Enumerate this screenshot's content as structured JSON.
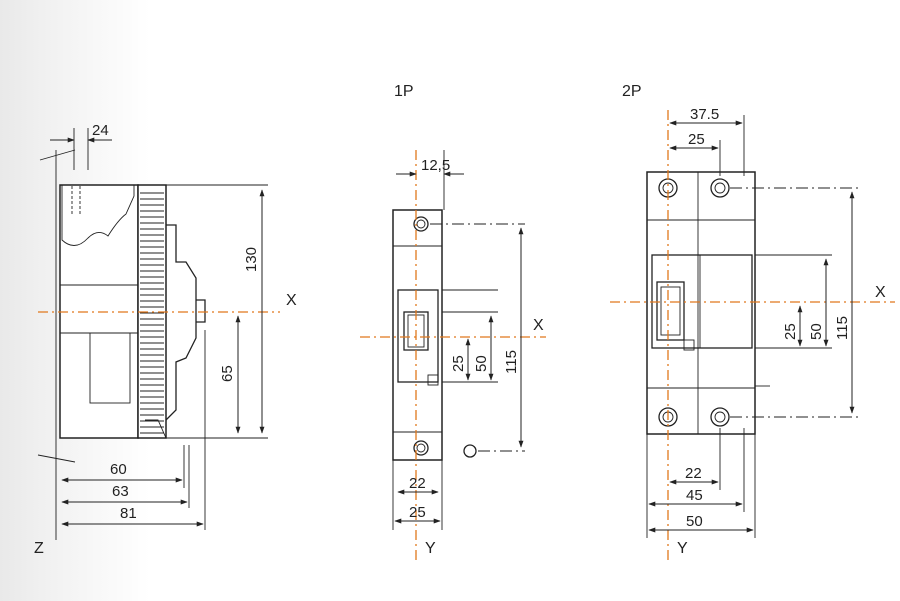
{
  "side_view": {
    "dim_top": "24",
    "dim_height": "130",
    "dim_center": "65",
    "dim_w1": "60",
    "dim_w2": "63",
    "dim_w3": "81",
    "axis_x": "X",
    "axis_z": "Z"
  },
  "view_1p": {
    "title": "1P",
    "dim_offset": "12,5",
    "dim_25": "25",
    "dim_50": "50",
    "dim_115": "115",
    "dim_22": "22",
    "dim_width": "25",
    "axis_x": "X",
    "axis_y": "Y"
  },
  "view_2p": {
    "title": "2P",
    "dim_375": "37.5",
    "dim_top25": "25",
    "dim_25": "25",
    "dim_50": "50",
    "dim_115": "115",
    "dim_22": "22",
    "dim_45": "45",
    "dim_width": "50",
    "axis_x": "X",
    "axis_y": "Y"
  },
  "colors": {
    "centerline": "#e0781c",
    "lines": "#222222"
  }
}
